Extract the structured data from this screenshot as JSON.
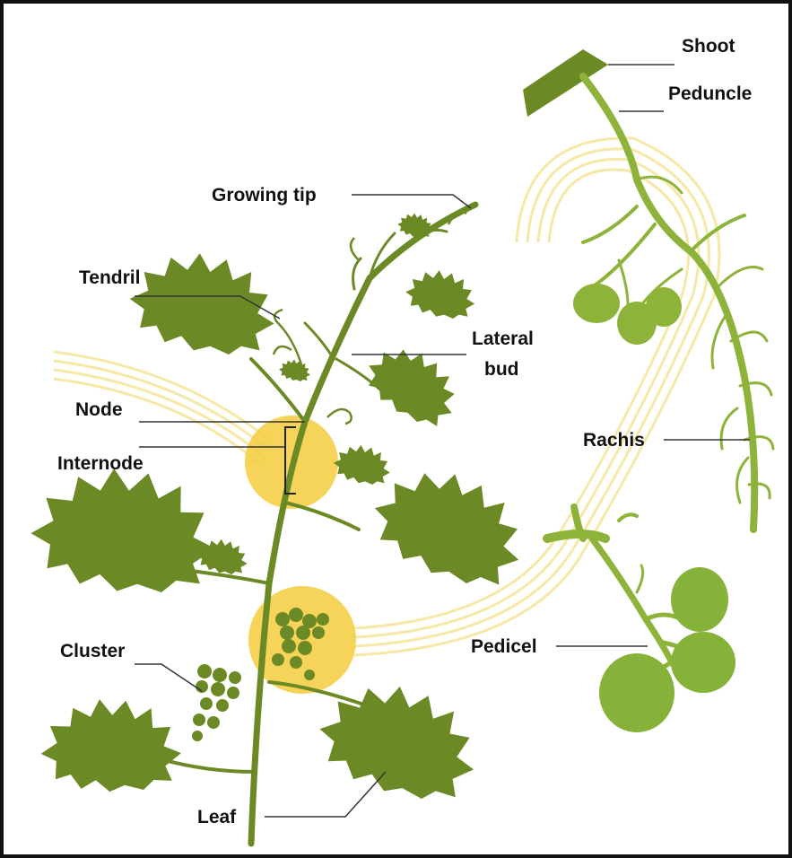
{
  "title": "",
  "colors": {
    "plant": "#6b8a25",
    "plant_light": "#8db33a",
    "berry": "#86b23a",
    "highlight": "#f3cc3c",
    "band": "#f6e9a8",
    "leader": "#333333",
    "frame": "#111111"
  },
  "labels": {
    "shoot": "Shoot",
    "peduncle": "Peduncle",
    "growing_tip": "Growing tip",
    "tendril": "Tendril",
    "lateral_bud_line1": "Lateral",
    "lateral_bud_line2": "bud",
    "node": "Node",
    "internode": "Internode",
    "rachis": "Rachis",
    "cluster": "Cluster",
    "pedicel": "Pedicel",
    "leaf": "Leaf"
  }
}
